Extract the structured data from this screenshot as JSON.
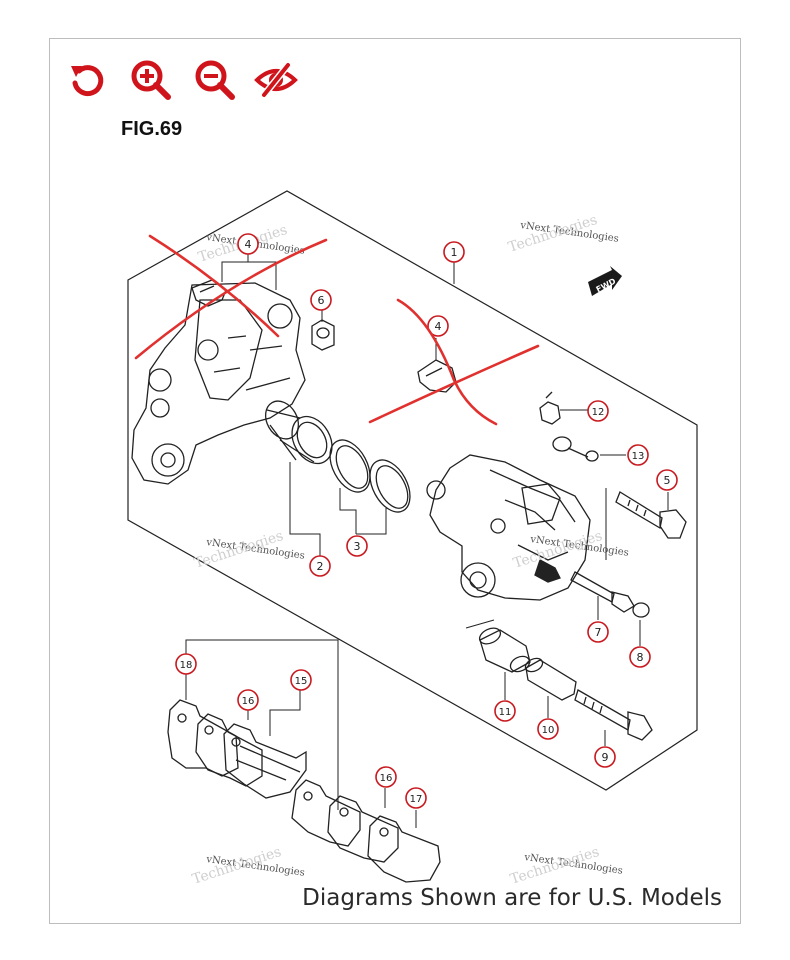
{
  "toolbar": {
    "items": [
      {
        "name": "reset-icon"
      },
      {
        "name": "zoom-in-icon"
      },
      {
        "name": "zoom-out-icon"
      },
      {
        "name": "hide-icon"
      }
    ],
    "color": "#d0141c"
  },
  "figure": {
    "title": "FIG.69",
    "caption": "Diagrams Shown are for U.S. Models",
    "fwd_label": "FWD",
    "watermark": {
      "line1": "vNext Technologies",
      "line2": "Technologies"
    },
    "callouts": [
      "1",
      "2",
      "3",
      "4",
      "4",
      "5",
      "6",
      "7",
      "8",
      "9",
      "10",
      "11",
      "12",
      "13",
      "15",
      "16",
      "16",
      "17",
      "18"
    ],
    "markup_color": "#e0312f"
  }
}
